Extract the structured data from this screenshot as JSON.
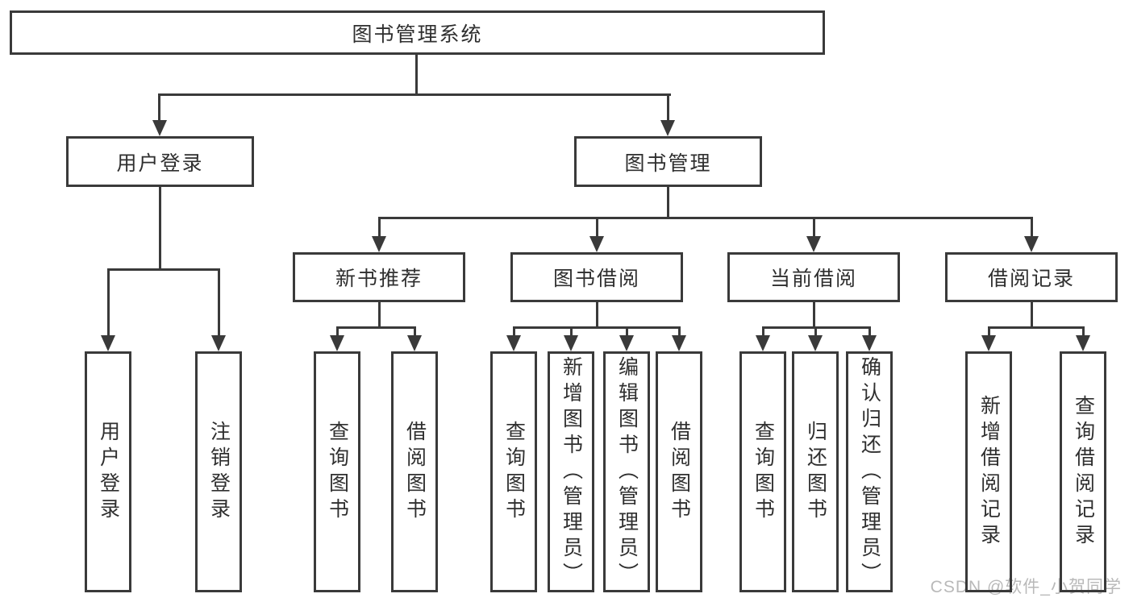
{
  "diagram": {
    "root": {
      "label": "图书管理系统"
    },
    "level2": [
      {
        "label": "用户登录",
        "children": [
          {
            "label": "用户登录"
          },
          {
            "label": "注销登录"
          }
        ]
      },
      {
        "label": "图书管理",
        "children": [
          {
            "label": "新书推荐",
            "children": [
              {
                "label": "查询图书"
              },
              {
                "label": "借阅图书"
              }
            ]
          },
          {
            "label": "图书借阅",
            "children": [
              {
                "label": "查询图书"
              },
              {
                "label": "新增图书（管理员）"
              },
              {
                "label": "编辑图书（管理员）"
              },
              {
                "label": "借阅图书"
              }
            ]
          },
          {
            "label": "当前借阅",
            "children": [
              {
                "label": "查询图书"
              },
              {
                "label": "归还图书"
              },
              {
                "label": "确认归还（管理员）"
              }
            ]
          },
          {
            "label": "借阅记录",
            "children": [
              {
                "label": "新增借阅记录"
              },
              {
                "label": "查询借阅记录"
              }
            ]
          }
        ]
      }
    ]
  },
  "watermark": "CSDN @软件_小贺同学",
  "colors": {
    "line": "#3a3a3a",
    "text": "#2f2f2f",
    "background": "#ffffff",
    "watermark": "#b9b9b9"
  }
}
